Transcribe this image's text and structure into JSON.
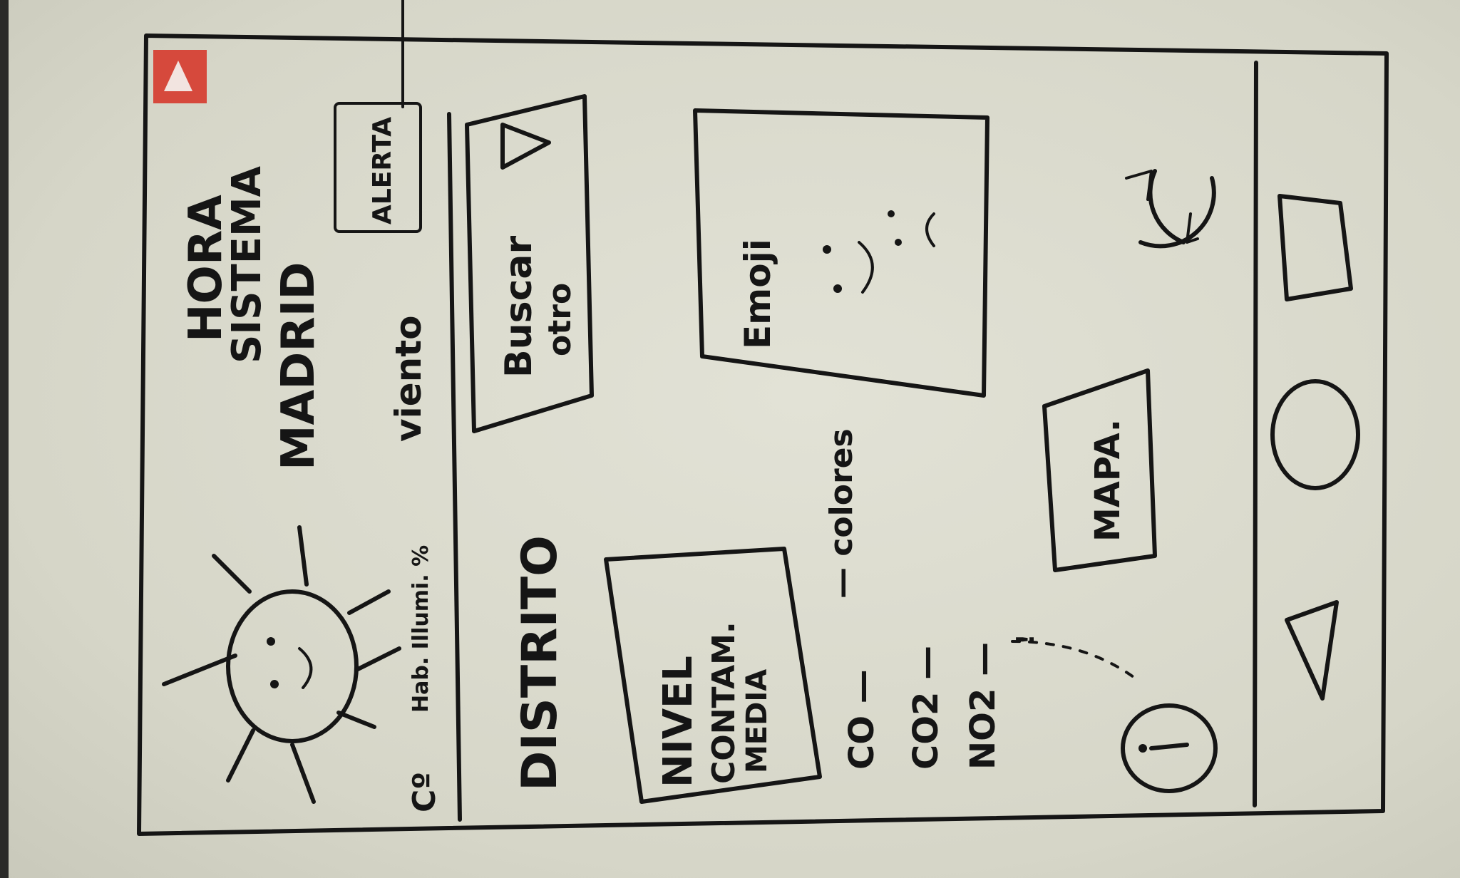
{
  "header": {
    "title_line1": "HORA",
    "title_line2": "SISTEMA",
    "title_line3": "MADRID",
    "alert_button": "ALERTA",
    "wind_label": "viento",
    "temp_label": "Cº",
    "extra_label": "Hab. Illumi. %"
  },
  "search": {
    "label_line1": "Buscar",
    "label_line2": "otro"
  },
  "district": {
    "title": "DISTRITO",
    "level_line1": "NIVEL",
    "level_line2": "CONTAM.",
    "level_line3": "MEDIA",
    "emoji_label": "Emoji",
    "colors_label": "— colores",
    "pollutants": [
      "CO —",
      "CO2 —",
      "NO2 —"
    ]
  },
  "actions": {
    "map_button": "MAPA.",
    "info_icon": "info-icon",
    "refresh_icon": "refresh-icon",
    "info_marker": "!"
  },
  "nav": {
    "back": "triangle-back-icon",
    "home": "circle-home-icon",
    "recent": "square-recent-icon"
  }
}
